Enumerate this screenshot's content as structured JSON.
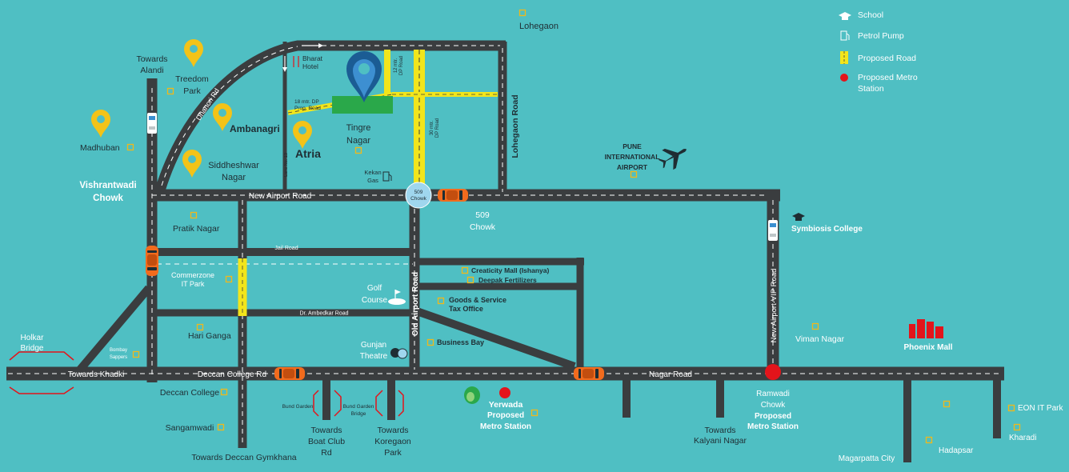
{
  "legend": {
    "school": "School",
    "petrol_pump": "Petrol Pump",
    "proposed_road": "Proposed Road",
    "metro_line1": "Proposed Metro",
    "metro_line2": "Station"
  },
  "roads": {
    "new_airport_road": "New Airport Road",
    "jail_road": "Jail Road",
    "old_airport_road": "Old Airport Road",
    "lohegaon_road": "Lohegaon Road",
    "new_airport_vip_road": "New Airport-VIP Road",
    "nagar_road": "Nagar Road",
    "deccan_college_rd": "Deccan College Rd",
    "towards_khadki": "Towards Khadki",
    "dhanori_rd": "Dhanori Rd",
    "dr_ambedkar_road": "Dr. Ambedkar Road",
    "lane_no_13": "Lane No. 13",
    "dp_road_18_1": "18 mtr. DP",
    "dp_road_18_2": "Prop. Road",
    "dp_road_12_1": "12 mtr.",
    "dp_road_12_2": "DP Road",
    "dp_road_30_1": "30 mtr.",
    "dp_road_30_2": "DP Road"
  },
  "places": {
    "lohegaon": "Lohegaon",
    "towards_alandi_1": "Towards",
    "towards_alandi_2": "Alandi",
    "treedom_park_1": "Treedom",
    "treedom_park_2": "Park",
    "bharat_hotel_1": "Bharat",
    "bharat_hotel_2": "Hotel",
    "ambanagri": "Ambanagri",
    "madhuban": "Madhuban",
    "atria": "Atria",
    "tingre_nagar_1": "Tingre",
    "tingre_nagar_2": "Nagar",
    "siddheshwar_1": "Siddheshwar",
    "siddheshwar_2": "Nagar",
    "vishrantwadi_1": "Vishrantwadi",
    "vishrantwadi_2": "Chowk",
    "kekan_gas_1": "Kekan",
    "kekan_gas_2": "Gas",
    "chowk_509_badge_1": "509",
    "chowk_509_badge_2": "Chowk",
    "chowk_509_1": "509",
    "chowk_509_2": "Chowk",
    "pune_airport_1": "PUNE",
    "pune_airport_2": "INTERNATIONAL",
    "pune_airport_3": "AIRPORT",
    "symbiosis": "Symbiosis College",
    "pratik_nagar": "Pratik Nagar",
    "commerzone_1": "Commerzone",
    "commerzone_2": "IT Park",
    "creaticity": "Creaticity Mall (Ishanya)",
    "deepak": "Deepak Fertilizers",
    "golf_1": "Golf",
    "golf_2": "Course",
    "gst_1": "Goods & Service",
    "gst_2": "Tax Office",
    "hari_ganga": "Hari Ganga",
    "holkar_1": "Holkar",
    "holkar_2": "Bridge",
    "bombay_sappers_1": "Bombay",
    "bombay_sappers_2": "Sappers",
    "gunjan_1": "Gunjan",
    "gunjan_2": "Theatre",
    "business_bay": "Business Bay",
    "viman_nagar": "Viman Nagar",
    "phoenix_mall": "Phoenix Mall",
    "deccan_college": "Deccan College",
    "sangamwadi": "Sangamwadi",
    "towards_deccan_gym": "Towards Deccan Gymkhana",
    "bund_garden": "Bund Garden",
    "bund_garden_bridge_1": "Bund Garden",
    "bund_garden_bridge_2": "Bridge",
    "boat_club_1": "Towards",
    "boat_club_2": "Boat Club",
    "boat_club_3": "Rd",
    "koregaon_1": "Towards",
    "koregaon_2": "Koregaon",
    "koregaon_3": "Park",
    "yerwada_1": "Yerwada",
    "yerwada_2": "Proposed",
    "yerwada_3": "Metro Station",
    "kalyani_1": "Towards",
    "kalyani_2": "Kalyani Nagar",
    "ramwadi_1": "Ramwadi",
    "ramwadi_2": "Chowk",
    "ramwadi_3": "Proposed",
    "ramwadi_4": "Metro Station",
    "magarpatta": "Magarpatta City",
    "hadapsar": "Hadapsar",
    "eon": "EON IT Park",
    "kharadi": "Kharadi"
  },
  "colors": {
    "water": "#4fbfc3",
    "road": "#3a3d3f",
    "proposed_road": "#f2e51b",
    "metro": "#e3141b",
    "pin": "#f3c318",
    "project_pin": "#1b5c94",
    "plot": "#2aa84a",
    "car": "#f26b1d"
  },
  "icons": [
    "school-icon",
    "petrol-pump-icon",
    "location-pin-icon",
    "airplane-icon",
    "car-icon",
    "golf-icon",
    "theatre-icon",
    "mall-icon",
    "metro-station-icon",
    "bridge-icon"
  ]
}
